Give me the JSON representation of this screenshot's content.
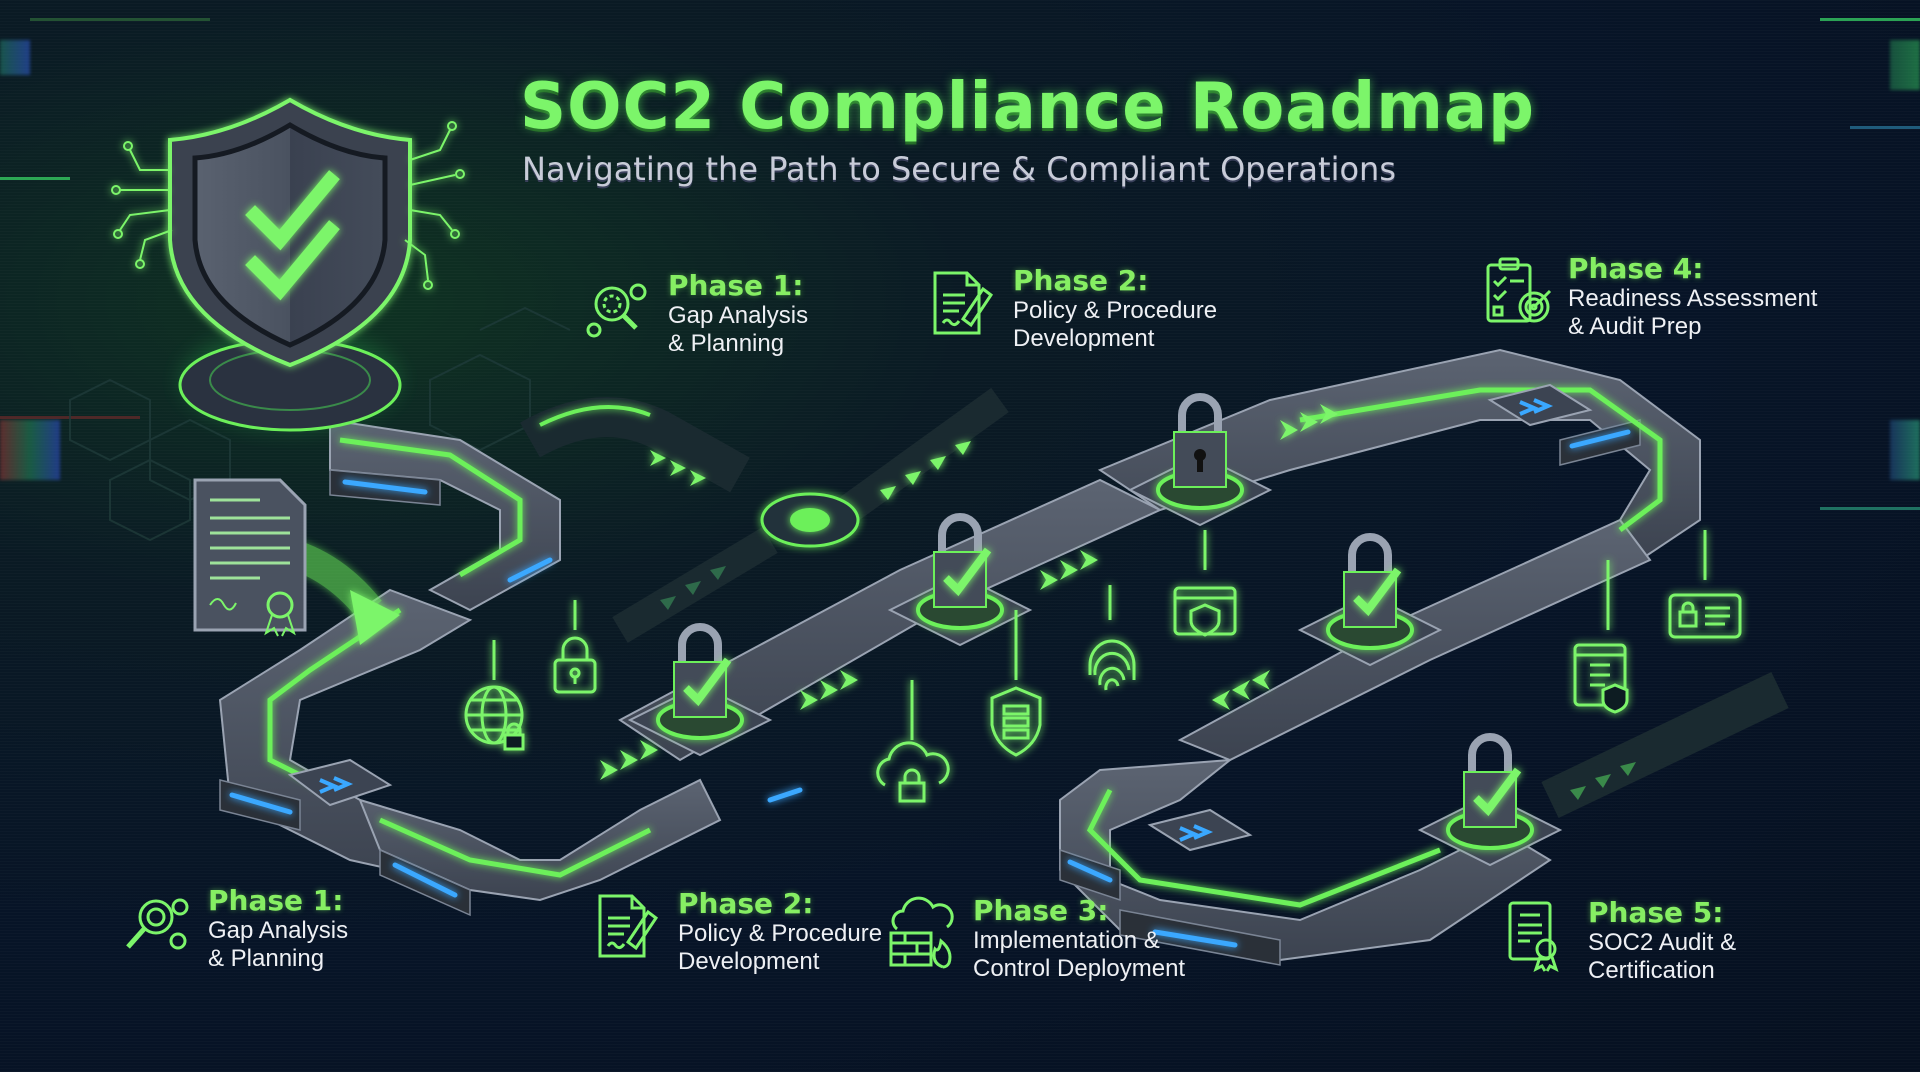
{
  "header": {
    "title": "SOC2 Compliance Roadmap",
    "subtitle": "Navigating the Path to Secure & Compliant Operations"
  },
  "colors": {
    "background": "#071427",
    "accent_green": "#7cf56a",
    "road_gray": "#4a5260",
    "led_blue": "#3aa8ff",
    "text_white": "#eef0f4"
  },
  "phases_top": [
    {
      "heading": "Phase 1:",
      "line1": "Gap Analysis",
      "line2": "& Planning",
      "icon": "magnifier-gears-icon"
    },
    {
      "heading": "Phase 2:",
      "line1": "Policy & Procedure",
      "line2": "Development",
      "icon": "document-pen-icon"
    },
    {
      "heading": "Phase 4:",
      "line1": "Readiness Assessment",
      "line2": "& Audit Prep",
      "icon": "checklist-target-icon"
    }
  ],
  "phases_bottom": [
    {
      "heading": "Phase 1:",
      "line1": "Gap Analysis",
      "line2": "& Planning",
      "icon": "magnifier-gears-icon"
    },
    {
      "heading": "Phase 2:",
      "line1": "Policy & Procedure",
      "line2": "Development",
      "icon": "document-pen-icon"
    },
    {
      "heading": "Phase 3:",
      "line1": "Implementation &",
      "line2": "Control Deployment",
      "icon": "cloud-firewall-icon"
    },
    {
      "heading": "Phase 5:",
      "line1": "SOC2 Audit &",
      "line2": "Certification",
      "icon": "certificate-icon"
    }
  ],
  "path_icons": [
    "globe-lock-icon",
    "padlock-icon",
    "cloud-lock-icon",
    "shield-server-icon",
    "fingerprint-icon",
    "browser-lock-icon",
    "checklist-shield-icon",
    "id-card-lock-icon"
  ],
  "milestones": [
    {
      "type": "padlock-check",
      "label": ""
    },
    {
      "type": "padlock-check",
      "label": ""
    },
    {
      "type": "padlock-keyhole",
      "label": ""
    },
    {
      "type": "padlock-check",
      "label": ""
    },
    {
      "type": "padlock-check",
      "label": ""
    }
  ],
  "hero": {
    "icon": "shield-double-check-icon",
    "document": "signed-certificate-document-icon"
  }
}
